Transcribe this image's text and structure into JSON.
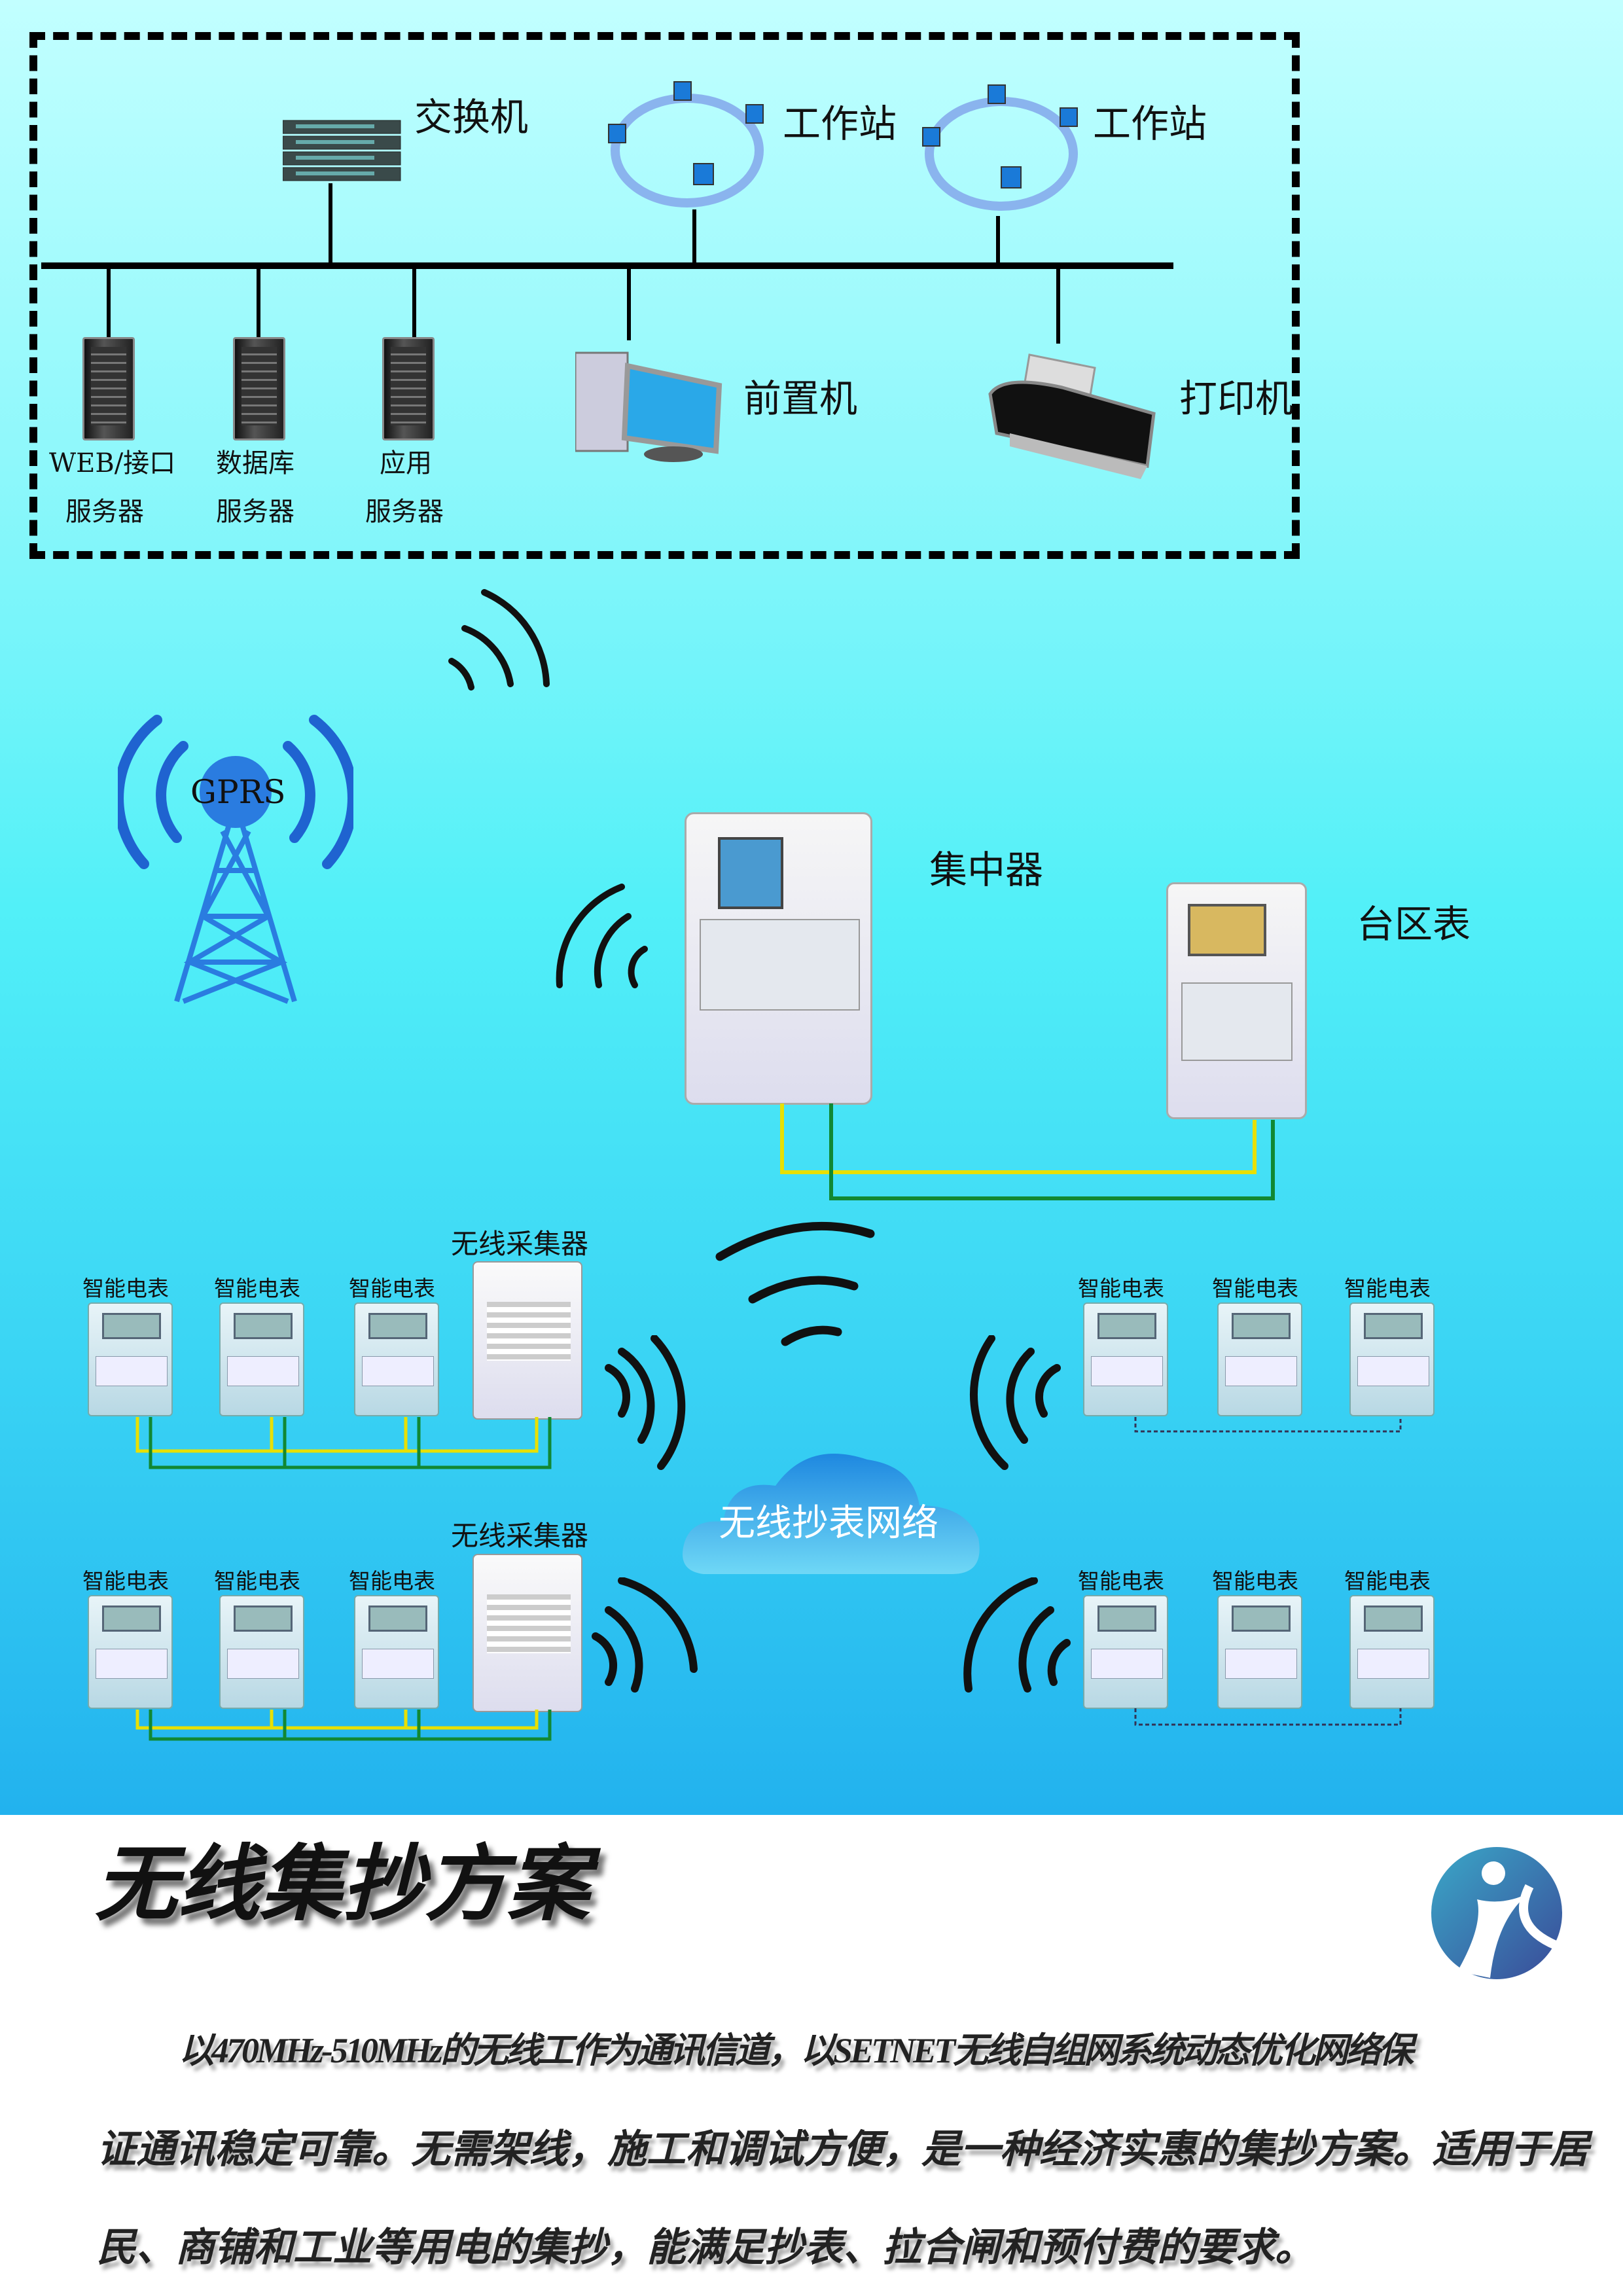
{
  "network": {
    "switch": "交换机",
    "workstation1": "工作站",
    "workstation2": "工作站",
    "server1_line1": "WEB/接口",
    "server1_line2": "服务器",
    "server2_line1": "数据库",
    "server2_line2": "服务器",
    "server3_line1": "应用",
    "server3_line2": "服务器",
    "frontend": "前置机",
    "printer": "打印机"
  },
  "field": {
    "gprs": "GPRS",
    "concentrator": "集中器",
    "area_meter": "台区表",
    "collector1": "无线采集器",
    "collector2": "无线采集器",
    "cloud": "无线抄表网络",
    "smart_meter": "智能电表"
  },
  "footer": {
    "title": "无线集抄方案",
    "logo_text": "",
    "paragraph": [
      "以470MHz-510MHz的无线工作为通讯信道，以SETNET无线自组网系统动态优化网络保",
      "证通讯稳定可靠。无需架线，施工和调试方便，是一种经济实惠的集抄方案。适用于居",
      "民、商铺和工业等用电的集抄，能满足抄表、拉合闸和预付费的要求。"
    ]
  },
  "colors": {
    "wire_yellow": "#e8e000",
    "wire_green": "#118833",
    "wave": "#111111",
    "logo": "#2f5fa0"
  }
}
